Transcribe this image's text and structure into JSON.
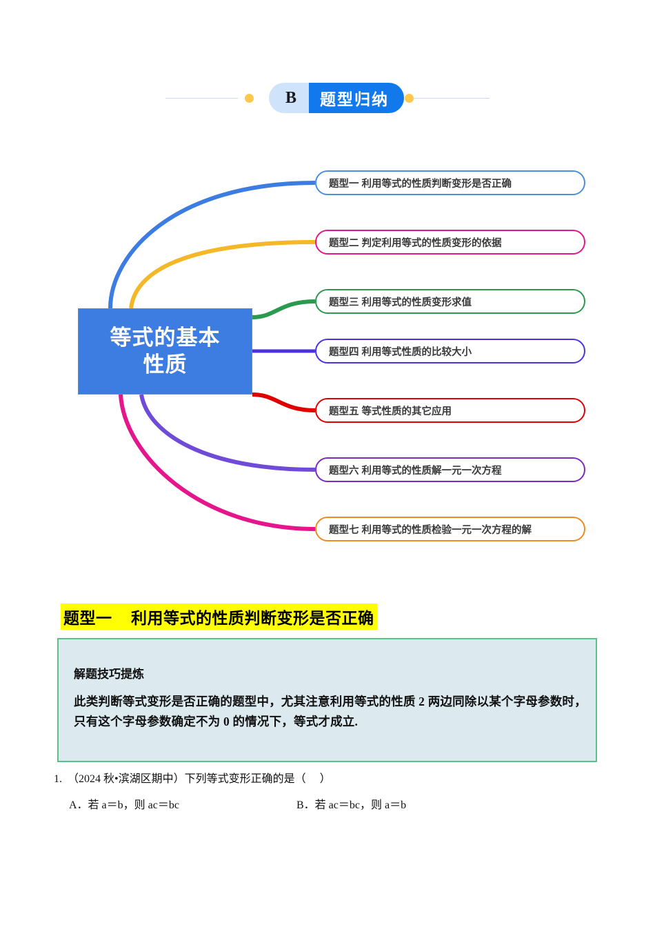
{
  "header": {
    "badge_letter": "B",
    "badge_title": "题型归纳",
    "colors": {
      "badge_letter_bg": "#cfe4fb",
      "badge_title_bg": "#1279ed",
      "dot": "#ffc84d"
    }
  },
  "mindmap": {
    "central_node": {
      "text": "等式的基本性质",
      "line1": "等式的基本",
      "line2": "性质",
      "fill": "#3d7ce0",
      "border": "#c96a6a",
      "text_color": "#ffffff"
    },
    "branches": [
      {
        "label": "题型一  利用等式的性质判断变形是否正确",
        "color": "#4a8fdc",
        "connector_color": "#3d7ce0"
      },
      {
        "label": "题型二 判定利用等式的性质变形的依据",
        "color": "#e5158c",
        "connector_color": "#f4b728"
      },
      {
        "label": "题型三 利用等式的性质变形求值",
        "color": "#2a9a4e",
        "connector_color": "#2a9a4e"
      },
      {
        "label": "题型四   利用等式性质的比较大小",
        "color": "#4a32e0",
        "connector_color": "#4a32e0"
      },
      {
        "label": "题型五   等式性质的其它应用",
        "color": "#e00000",
        "connector_color": "#e00000"
      },
      {
        "label": "题型六   利用等式的性质解一元一次方程",
        "color": "#7a2bbd",
        "connector_color": "#6f4bd8"
      },
      {
        "label": "题型七  利用等式的性质检验一元一次方程的解",
        "color": "#f08a1e",
        "connector_color": "#e5158c"
      }
    ]
  },
  "section": {
    "heading": "题型一    利用等式的性质判断变形是否正确",
    "highlight_color": "#ffff00"
  },
  "tip": {
    "title": "解题技巧提炼",
    "body": "此类判断等式变形是否正确的题型中，尤其注意利用等式的性质 2 两边同除以某个字母参数时，只有这个字母参数确定不为 0 的情况下，等式才成立.",
    "bg": "#dceaf0",
    "border": "#5bbf8a"
  },
  "question": {
    "number": "1.",
    "source": "（2024 秋•滨湖区期中）",
    "stem": "下列等式变形正确的是（     ）",
    "full_line": "1.  （2024 秋•滨湖区期中）下列等式变形正确的是（     ）",
    "options": [
      {
        "key": "A．",
        "text": "若 a＝b，则 ac＝bc"
      },
      {
        "key": "B．",
        "text": "若 ac＝bc，则 a＝b"
      }
    ],
    "option_a_full": "A．若 a＝b，则 ac＝bc",
    "option_b_full": "B．若 ac＝bc，则 a＝b"
  }
}
